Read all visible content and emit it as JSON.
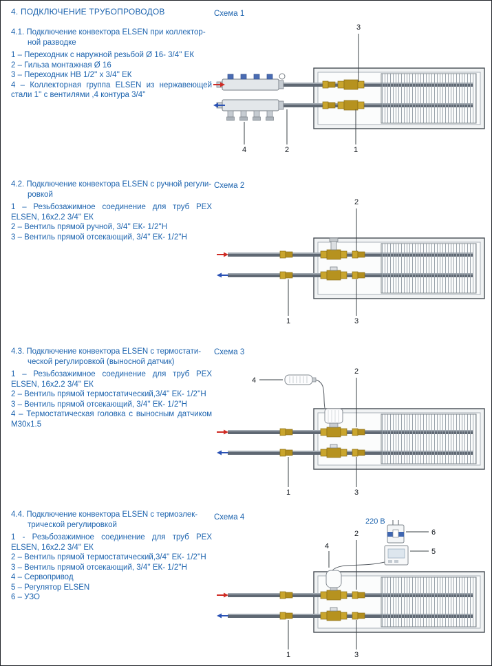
{
  "colors": {
    "text_blue": "#1c63ae",
    "supply_red": "#cf2b24",
    "return_blue": "#2a52b5",
    "brass": "#b6921f"
  },
  "page_title": "4. ПОДКЛЮЧЕНИЕ ТРУБОПРОВОДОВ",
  "sections": [
    {
      "heading_line1": "4.1. Подключение конвектора ELSEN при коллектор-",
      "heading_line2": "ной разводке",
      "items": [
        "1 – Переходник с наружной резьбой Ø 16- 3/4'' ЕК",
        "2 – Гильза монтажная Ø 16",
        "3 – Переходник НВ  1/2'' х 3/4'' ЕК",
        "4 – Коллекторная группа ELSEN из нержавеющей стали 1'' с вентилями ,4 контура 3/4''"
      ]
    },
    {
      "heading_line1": "4.2. Подключение конвектора ELSEN с ручной регули-",
      "heading_line2": "ровкой",
      "items": [
        "1 –  Резьбозажимное соединение для труб PEX ELSEN, 16х2.2 3/4'' ЕК",
        "2 – Вентиль прямой  ручной, 3/4'' ЕК- 1/2''Н",
        "3 – Вентиль прямой отсекающий, 3/4'' ЕК- 1/2''Н"
      ]
    },
    {
      "heading_line1": "4.3. Подключение конвектора ELSEN с термостати-",
      "heading_line2": "ческой регулировкой (выносной датчик)",
      "items": [
        "1 – Резьбозажимное соединение для труб PEX ELSEN, 16х2.2 3/4'' ЕК",
        "2 – Вентиль прямой  термостатический,3/4'' ЕК- 1/2''Н",
        "3 – Вентиль прямой отсекающий, 3/4'' ЕК- 1/2''Н",
        "4 – Термостатическая головка с выносным датчиком М30х1.5"
      ]
    },
    {
      "heading_line1": "4.4. Подключение конвектора ELSEN с термоэлек-",
      "heading_line2": "трической регулировкой",
      "items": [
        "1 - Резьбозажимное соединение для труб PEX ELSEN, 16х2.2 3/4'' ЕК",
        "2 – Вентиль прямой  термостатический,3/4'' ЕК- 1/2''Н",
        "3 – Вентиль прямой отсекающий, 3/4'' ЕК- 1/2''Н",
        "4 – Сервопривод",
        "5 – Регулятор ELSEN",
        "6 – УЗО"
      ]
    }
  ],
  "diagrams": [
    {
      "schema": "Схема 1",
      "labels": {
        "n1": "1",
        "n2": "2",
        "n3": "3",
        "n4": "4"
      }
    },
    {
      "schema": "Схема 2",
      "labels": {
        "n1": "1",
        "n2": "2",
        "n3": "3"
      }
    },
    {
      "schema": "Схема 3",
      "labels": {
        "n1": "1",
        "n2": "2",
        "n3": "3",
        "n4": "4"
      }
    },
    {
      "schema": "Схема 4",
      "labels": {
        "n1": "1",
        "n2": "2",
        "n3": "3",
        "n4": "4",
        "n5": "5",
        "n6": "6"
      },
      "voltage": "220 В"
    }
  ]
}
